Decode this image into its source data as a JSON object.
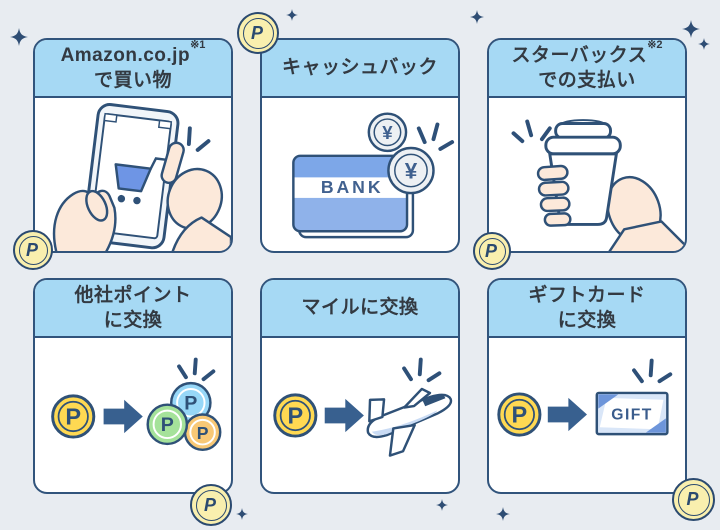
{
  "page": {
    "background_color": "#e8ecf1"
  },
  "colors": {
    "outline_navy": "#2f5177",
    "card_border": "#31547c",
    "header_blue": "#a6d9f4",
    "card_background": "#ffffff",
    "title_text": "#333a42",
    "coin_yellow": "#ffd952",
    "coin_pale_yellow": "#f9efae",
    "coin_blue": "#97d7f7",
    "coin_green": "#a5e29a",
    "coin_orange": "#f8c876",
    "arrow_blue": "#38608f",
    "bank_card_blue": "#7da7e8",
    "bank_card_blue_light": "#8fb2ea",
    "bank_text_navy": "#41618f",
    "gift_card_fill": "#d9e6f8",
    "gift_corner_blue": "#6d95da",
    "cart_blue": "#6e95e5",
    "skin_tone": "#fce9da",
    "plane_shade_blue": "#c9dbf4",
    "sparkle_navy": "#2e4d74"
  },
  "labels": {
    "point_letter": "P",
    "yen_symbol": "¥",
    "bank": "BANK",
    "gift": "GIFT"
  },
  "cards": [
    {
      "id": "amazon-shopping",
      "title_line1": "Amazon.co.jp",
      "title_sup": "※1",
      "title_line2": "で買い物"
    },
    {
      "id": "cashback",
      "title_line1": "キャッシュバック",
      "title_sup": "",
      "title_line2": ""
    },
    {
      "id": "starbucks-payment",
      "title_line1": "スターバックス",
      "title_sup": "※2",
      "title_line2": "での支払い"
    },
    {
      "id": "exchange-points",
      "title_line1": "他社ポイント",
      "title_sup": "",
      "title_line2": "に交換"
    },
    {
      "id": "exchange-miles",
      "title_line1": "マイルに交換",
      "title_sup": "",
      "title_line2": ""
    },
    {
      "id": "exchange-giftcard",
      "title_line1": "ギフトカード",
      "title_sup": "",
      "title_line2": "に交換"
    }
  ],
  "icons": [
    "point-coin-icon",
    "sparkle-icon",
    "smartphone-icon",
    "shopping-cart-icon",
    "bank-card-icon",
    "yen-coin-icon",
    "coffee-cup-icon",
    "hand-icon",
    "arrow-right-icon",
    "airplane-icon",
    "gift-card-icon"
  ]
}
